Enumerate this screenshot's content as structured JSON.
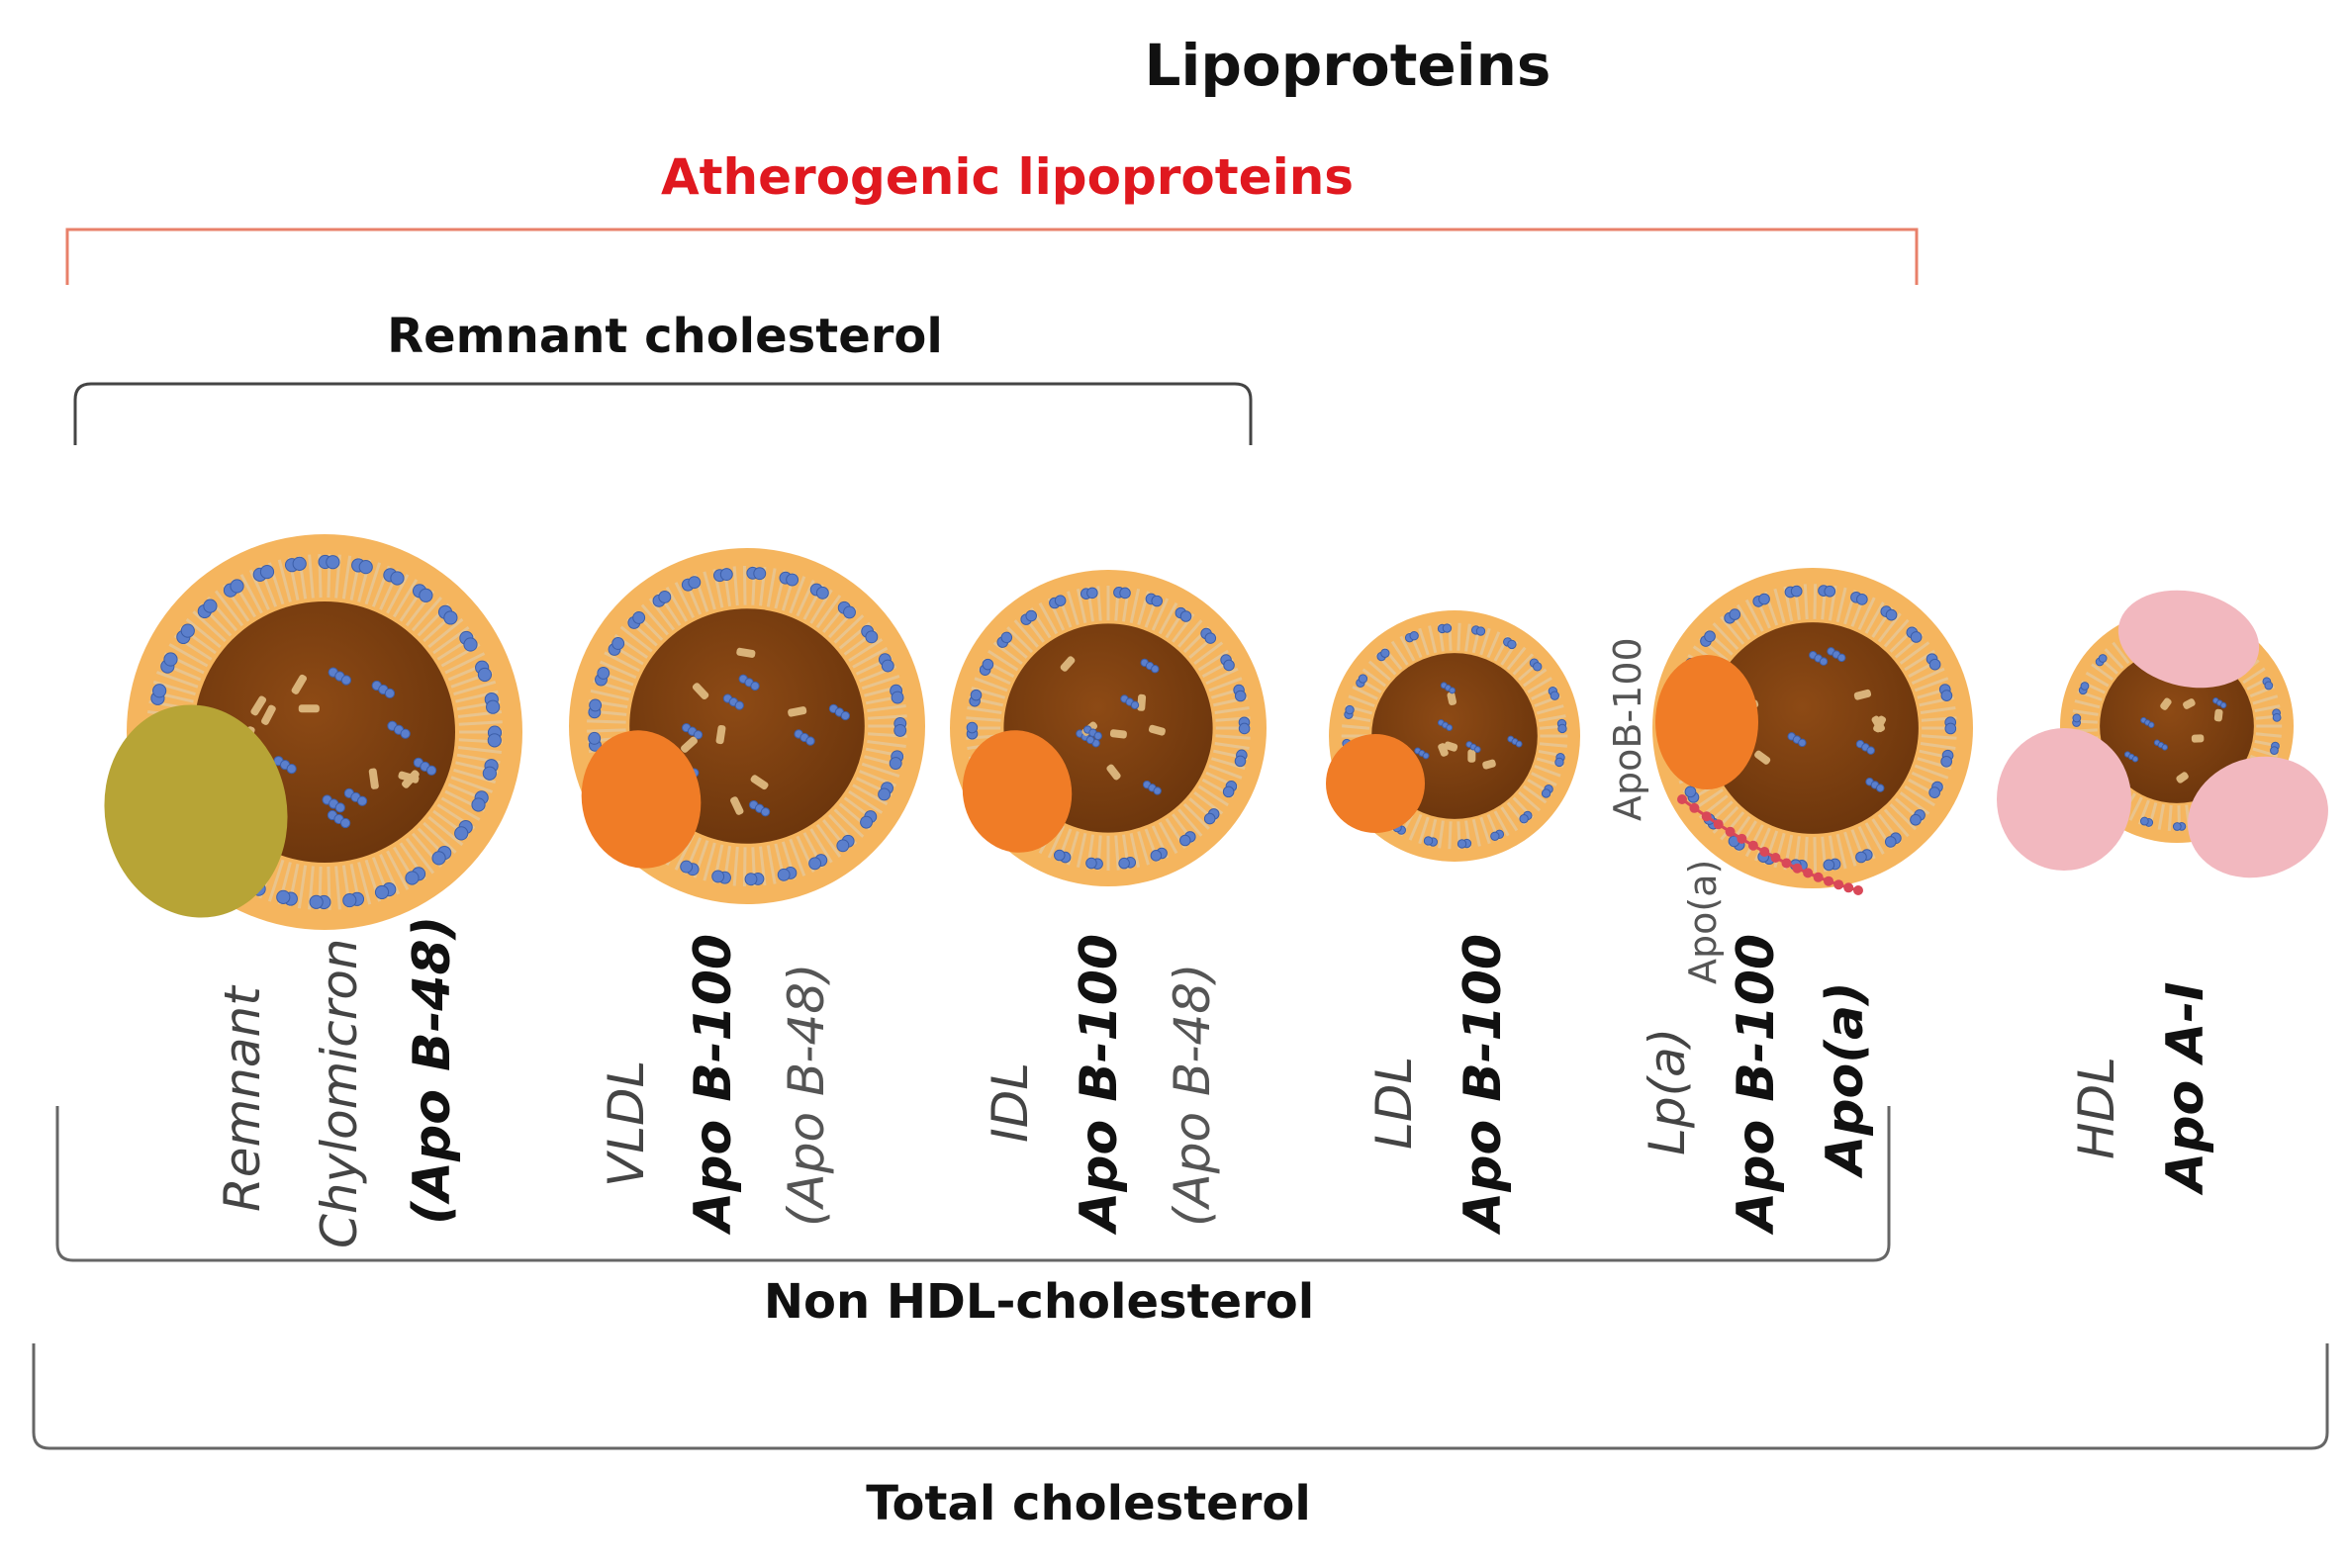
{
  "title": "Lipoproteins",
  "groups": {
    "atherogenic": "Atherogenic lipoproteins",
    "remnant": "Remnant cholesterol",
    "non_hdl": "Non HDL-cholesterol",
    "total": "Total cholesterol"
  },
  "particles": [
    {
      "key": "chylomicron",
      "labels": [
        "Remnant",
        "Chylomicron",
        "(Apo B-48)"
      ],
      "apo_color": "#b7a436"
    },
    {
      "key": "vldl",
      "labels": [
        "VLDL",
        "Apo B-100",
        "(Apo B-48)"
      ],
      "apo_color": "#f07c26"
    },
    {
      "key": "idl",
      "labels": [
        "IDL",
        "Apo B-100",
        "(Apo B-48)"
      ],
      "apo_color": "#f07c26"
    },
    {
      "key": "ldl",
      "labels": [
        "LDL",
        "Apo B-100"
      ],
      "apo_color": "#f07c26"
    },
    {
      "key": "lpa",
      "labels": [
        "Lp(a)",
        "Apo B-100",
        "Apo(a)"
      ],
      "apo_color": "#f07c26"
    },
    {
      "key": "hdl",
      "labels": [
        "HDL",
        "Apo A-I"
      ],
      "apo_color": "#f2b8bf"
    }
  ],
  "annotations": {
    "apob100": "ApoB-100",
    "apoa": "Apo(a)"
  },
  "colors": {
    "atherogenic": "#e0181f",
    "shell": "#f5b55e",
    "core": "#7a3f10",
    "cholesterol": "#5b7fcc",
    "phospholipid": "#d9b37a",
    "apoa_chain": "#d94858"
  }
}
